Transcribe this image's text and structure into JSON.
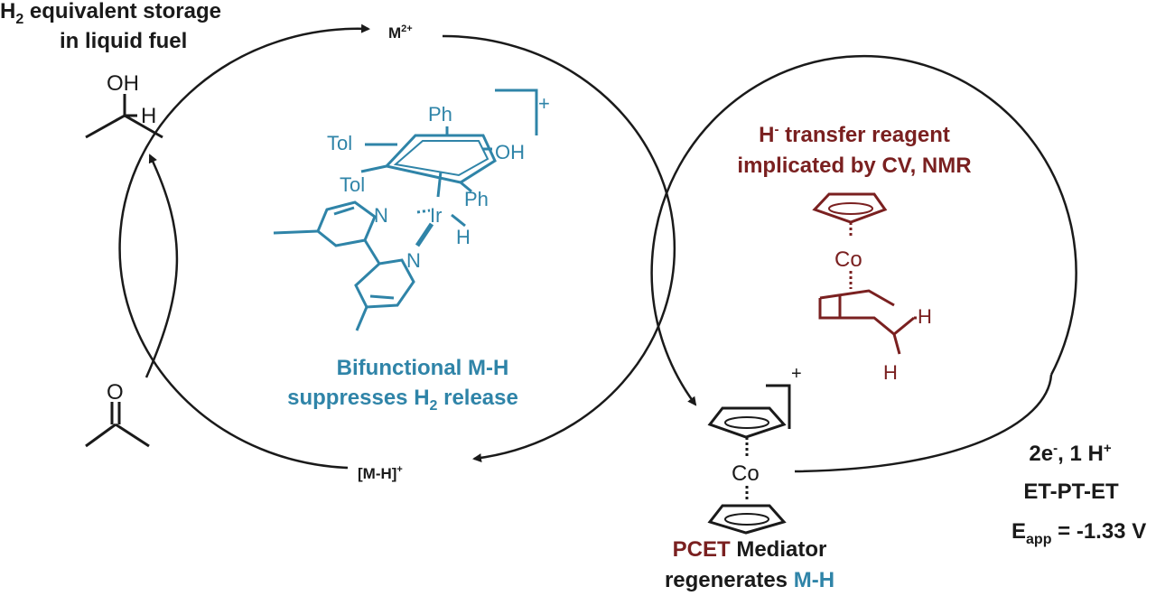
{
  "colors": {
    "ink": "#1a1a1a",
    "blue": "#2f84a8",
    "dark_red": "#7a2020"
  },
  "storage": {
    "line1": "H",
    "sub": "2",
    "line1_rest": " equivalent storage",
    "line2": "in liquid fuel"
  },
  "alcohol": {
    "oh": "OH",
    "h": "H"
  },
  "ketone": {
    "o": "O"
  },
  "cycle1": {
    "top": "M",
    "top_sup": "2+",
    "bottom": "[M-H]",
    "bottom_sup": "+"
  },
  "ir_complex": {
    "ph_top": "Ph",
    "tol_top": "Tol",
    "oh": "OH",
    "tol_bottom": "Tol",
    "ph_bottom": "Ph",
    "n1": "N",
    "ir": "Ir",
    "h": "H",
    "n2": "N",
    "charge": "+"
  },
  "blue_caption": {
    "line1": "Bifunctional M-H",
    "line2_pre": "suppresses H",
    "line2_sub": "2",
    "line2_post": " release"
  },
  "transfer": {
    "line1_pre": "H",
    "line1_sup": "-",
    "line1_post": " transfer reagent",
    "line2": "implicated by CV, NMR"
  },
  "cp_co": {
    "co": "Co",
    "h1": "H",
    "h2": "H"
  },
  "cobaltocenium": {
    "co": "Co",
    "charge": "+"
  },
  "pcet": {
    "word": "PCET",
    "mediator": " Mediator",
    "line2_pre": "regenerates ",
    "mh": "M-H"
  },
  "conditions": {
    "line1_pre": "2e",
    "line1_sup": "-",
    "line1_mid": ", 1 H",
    "line1_sup2": "+",
    "line2": "ET-PT-ET",
    "line3_pre": "E",
    "line3_sub": "app",
    "line3_post": " = -1.33 V"
  }
}
